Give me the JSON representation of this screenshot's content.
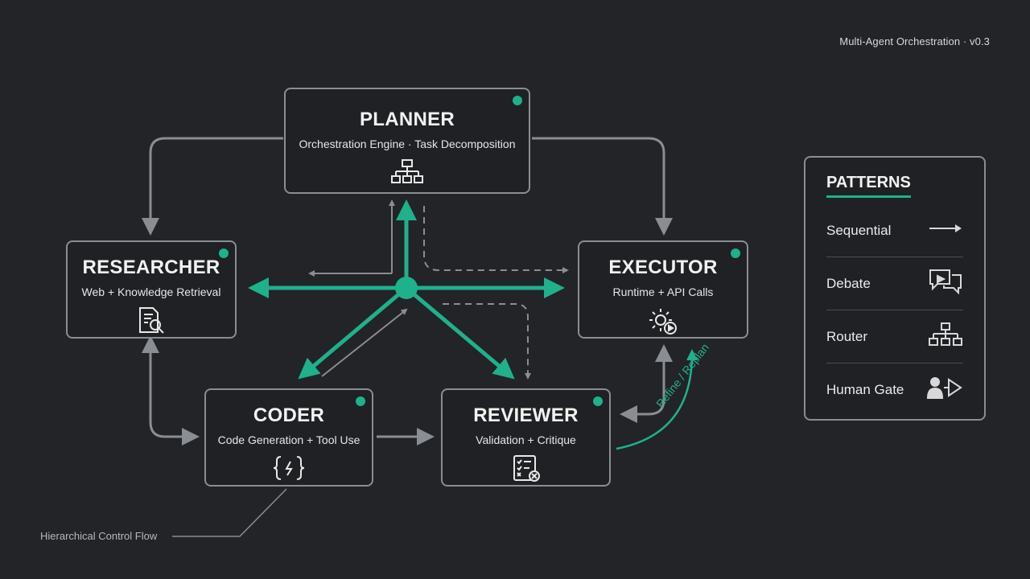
{
  "header": {
    "version_label": "Multi-Agent Orchestration · v0.3"
  },
  "nodes": {
    "planner": {
      "title": "PLANNER",
      "subtitle": "Orchestration Engine · Task Decomposition",
      "icon": "hierarchy-icon"
    },
    "researcher": {
      "title": "RESEARCHER",
      "subtitle": "Web + Knowledge Retrieval",
      "icon": "document-search-icon"
    },
    "executor": {
      "title": "EXECUTOR",
      "subtitle": "Runtime + API Calls",
      "icon": "gear-play-icon"
    },
    "coder": {
      "title": "CODER",
      "subtitle": "Code Generation + Tool Use",
      "icon": "code-braces-icon"
    },
    "reviewer": {
      "title": "REVIEWER",
      "subtitle": "Validation + Critique",
      "icon": "checklist-x-icon"
    }
  },
  "edges": {
    "refine_label": "Refine / Replan"
  },
  "footnote": "Hierarchical Control Flow",
  "patterns": {
    "title": "PATTERNS",
    "items": [
      {
        "label": "Sequential",
        "icon": "arrow-right-icon"
      },
      {
        "label": "Debate",
        "icon": "chat-bubbles-icon"
      },
      {
        "label": "Router",
        "icon": "hierarchy-icon"
      },
      {
        "label": "Human Gate",
        "icon": "user-gate-icon"
      }
    ]
  },
  "colors": {
    "background": "#222428",
    "accent": "#1fb08c",
    "connector": "#8a8d92",
    "node_border": "#8a8d92"
  }
}
